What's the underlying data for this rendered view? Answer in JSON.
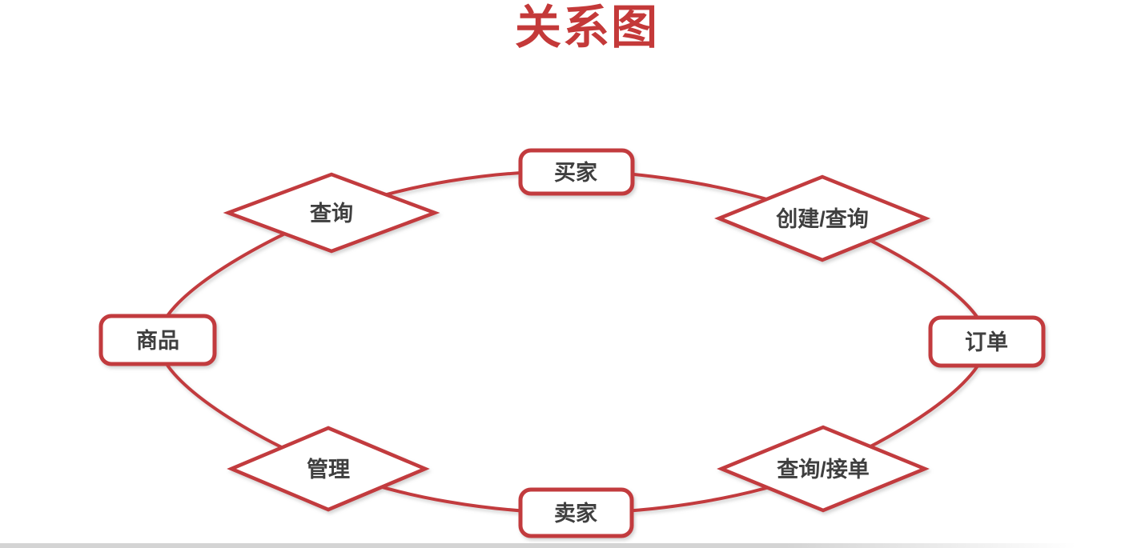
{
  "title": "关系图",
  "diagram": {
    "nodes": [
      {
        "id": "buyer",
        "label": "买家",
        "shape": "rectangle"
      },
      {
        "id": "create-query",
        "label": "创建/查询",
        "shape": "diamond"
      },
      {
        "id": "order",
        "label": "订单",
        "shape": "rectangle"
      },
      {
        "id": "query-accept",
        "label": "查询/接单",
        "shape": "diamond"
      },
      {
        "id": "seller",
        "label": "卖家",
        "shape": "rectangle"
      },
      {
        "id": "manage",
        "label": "管理",
        "shape": "diamond"
      },
      {
        "id": "product",
        "label": "商品",
        "shape": "rectangle"
      },
      {
        "id": "query",
        "label": "查询",
        "shape": "diamond"
      }
    ],
    "edges": [
      {
        "from": "buyer",
        "to": "create-query"
      },
      {
        "from": "create-query",
        "to": "order"
      },
      {
        "from": "order",
        "to": "query-accept"
      },
      {
        "from": "query-accept",
        "to": "seller"
      },
      {
        "from": "seller",
        "to": "manage"
      },
      {
        "from": "manage",
        "to": "product"
      },
      {
        "from": "product",
        "to": "query"
      },
      {
        "from": "query",
        "to": "buyer"
      }
    ]
  },
  "colors": {
    "accent_red": "#c23b3e",
    "title_red": "#c43939",
    "node_text": "#3f3f3f",
    "background": "#ffffff",
    "bottom_bar": "#d4d4d4"
  }
}
